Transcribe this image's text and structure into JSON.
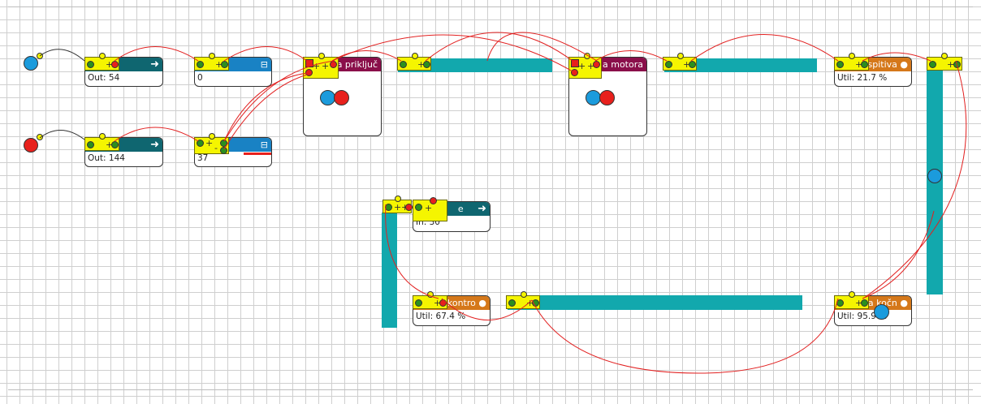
{
  "colors": {
    "grid": "#cfcfcf",
    "conveyor": "#12a8ad",
    "port_bar": "#f5f500",
    "wire": "#e22020",
    "source_dot_blue": "#1b9bdc",
    "source_dot_red": "#e8201c",
    "header_teal": "#0f6670",
    "header_blue": "#1982c4",
    "header_maroon": "#8a0f4a",
    "header_orange": "#d5781a"
  },
  "blocks": {
    "source_blue": {
      "stat": "Out: 54",
      "icon": "arrow-right-icon"
    },
    "source_red": {
      "stat": "Out: 144",
      "icon": "arrow-right-icon"
    },
    "queue_1": {
      "stat": "0",
      "icon": "queue-icon"
    },
    "queue_2": {
      "stat": "37",
      "icon": "queue-icon"
    },
    "combine_1": {
      "title": "a priključ"
    },
    "combine_2": {
      "title": "a motora"
    },
    "service_1": {
      "title": "ispitiva",
      "stat": "Util: 21.7 %"
    },
    "service_2": {
      "title": "kontro",
      "stat": "Util: 67.4 %"
    },
    "service_3": {
      "title": "a kočn",
      "stat": "Util: 95.9 %"
    },
    "sink": {
      "title": "e",
      "stat": "In: 30",
      "icon": "sink-arrow-icon"
    }
  },
  "port_labels": {
    "plus": "+",
    "minus": "-"
  }
}
